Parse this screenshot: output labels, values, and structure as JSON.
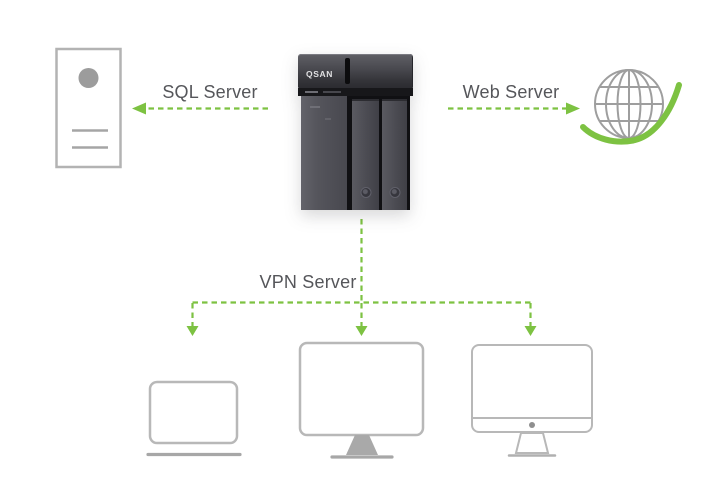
{
  "colors": {
    "background": "#ffffff",
    "accent_green": "#7dc242",
    "text_gray": "#55565a",
    "icon_gray": "#b8b8b8",
    "icon_gray_dark": "#9c9c9c"
  },
  "nas": {
    "brand": "QSAN"
  },
  "labels": {
    "sql": "SQL Server",
    "web": "Web Server",
    "vpn": "VPN Server"
  },
  "icons": {
    "left_node": "server-tower-icon",
    "center_node": "nas-device",
    "right_node": "globe-icon",
    "bottom_nodes": [
      "laptop-icon",
      "monitor-icon",
      "imac-icon"
    ]
  }
}
